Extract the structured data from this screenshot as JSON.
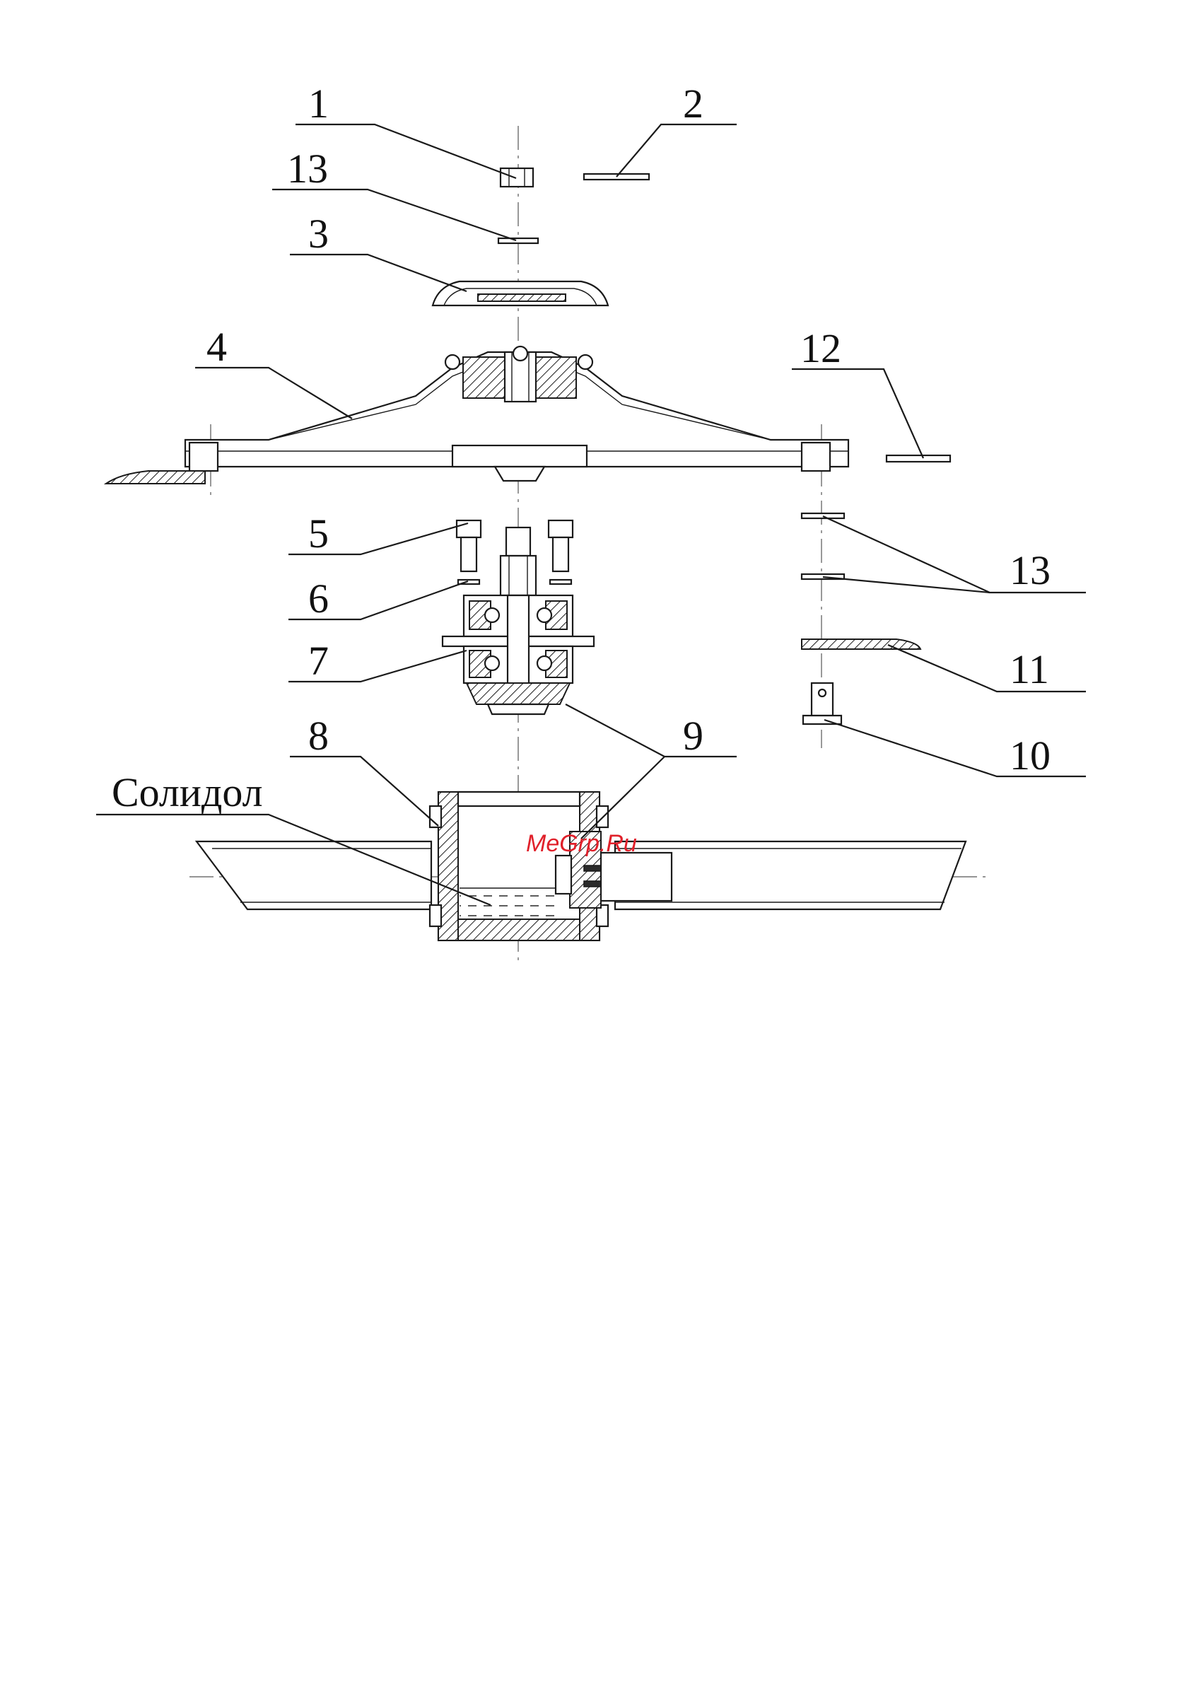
{
  "callouts": {
    "c1": "1",
    "c2": "2",
    "c13_top": "13",
    "c3": "3",
    "c4": "4",
    "c12": "12",
    "c5": "5",
    "c6": "6",
    "c7": "7",
    "c13_right": "13",
    "c11": "11",
    "c8": "8",
    "c9": "9",
    "c10": "10",
    "grease": "Солидол"
  },
  "watermark": {
    "text": "MeGrp.Ru",
    "color": "#e0202a"
  },
  "colors": {
    "line": "#1a1a1a",
    "background": "#ffffff"
  }
}
